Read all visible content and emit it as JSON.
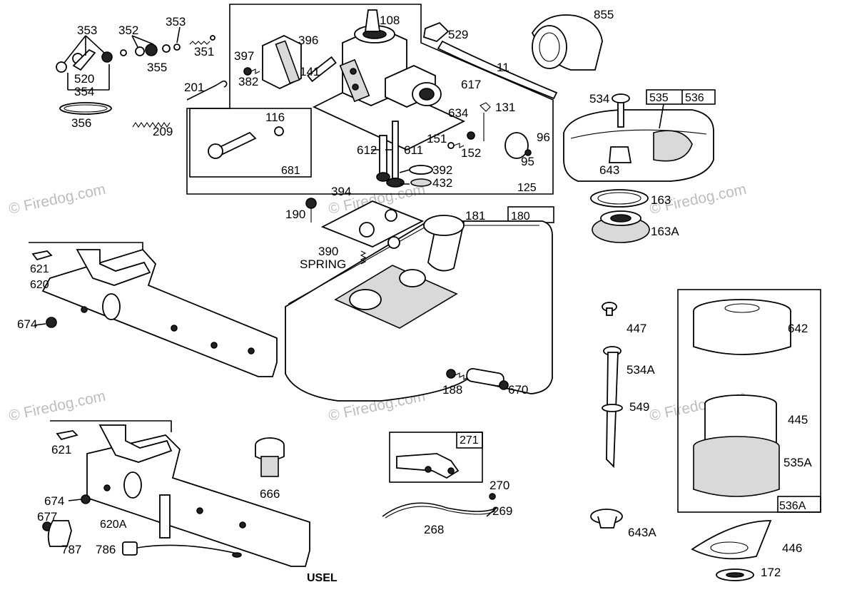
{
  "watermark": {
    "text": "© Firedog.com"
  },
  "footer": {
    "text": "USEL"
  },
  "callouts": [
    {
      "id": "353a",
      "label": "353"
    },
    {
      "id": "352",
      "label": "352"
    },
    {
      "id": "353b",
      "label": "353"
    },
    {
      "id": "351",
      "label": "351"
    },
    {
      "id": "355",
      "label": "355"
    },
    {
      "id": "520",
      "label": "520"
    },
    {
      "id": "354",
      "label": "354"
    },
    {
      "id": "356",
      "label": "356"
    },
    {
      "id": "209",
      "label": "209"
    },
    {
      "id": "201",
      "label": "201"
    },
    {
      "id": "382",
      "label": "382"
    },
    {
      "id": "397",
      "label": "397"
    },
    {
      "id": "396",
      "label": "396"
    },
    {
      "id": "141",
      "label": "141"
    },
    {
      "id": "108",
      "label": "108"
    },
    {
      "id": "529",
      "label": "529"
    },
    {
      "id": "11",
      "label": "11"
    },
    {
      "id": "855",
      "label": "855"
    },
    {
      "id": "617",
      "label": "617"
    },
    {
      "id": "634",
      "label": "634"
    },
    {
      "id": "131",
      "label": "131"
    },
    {
      "id": "116",
      "label": "116"
    },
    {
      "id": "151",
      "label": "151"
    },
    {
      "id": "152",
      "label": "152"
    },
    {
      "id": "96",
      "label": "96"
    },
    {
      "id": "95",
      "label": "95"
    },
    {
      "id": "612",
      "label": "612"
    },
    {
      "id": "611",
      "label": "611"
    },
    {
      "id": "392",
      "label": "392"
    },
    {
      "id": "432",
      "label": "432"
    },
    {
      "id": "534",
      "label": "534"
    },
    {
      "id": "643",
      "label": "643"
    },
    {
      "id": "163",
      "label": "163"
    },
    {
      "id": "163A",
      "label": "163A"
    },
    {
      "id": "394",
      "label": "394"
    },
    {
      "id": "190",
      "label": "190"
    },
    {
      "id": "181",
      "label": "181"
    },
    {
      "id": "390",
      "label": "390"
    },
    {
      "id": "spring",
      "label": "SPRING"
    },
    {
      "id": "674a",
      "label": "674"
    },
    {
      "id": "447",
      "label": "447"
    },
    {
      "id": "642",
      "label": "642"
    },
    {
      "id": "534A",
      "label": "534A"
    },
    {
      "id": "549",
      "label": "549"
    },
    {
      "id": "445",
      "label": "445"
    },
    {
      "id": "535A",
      "label": "535A"
    },
    {
      "id": "188",
      "label": "188"
    },
    {
      "id": "670",
      "label": "670"
    },
    {
      "id": "621b",
      "label": "621"
    },
    {
      "id": "666",
      "label": "666"
    },
    {
      "id": "674b",
      "label": "674"
    },
    {
      "id": "677",
      "label": "677"
    },
    {
      "id": "787",
      "label": "787"
    },
    {
      "id": "786",
      "label": "786"
    },
    {
      "id": "270",
      "label": "270"
    },
    {
      "id": "269",
      "label": "269"
    },
    {
      "id": "268",
      "label": "268"
    },
    {
      "id": "643A",
      "label": "643A"
    },
    {
      "id": "446",
      "label": "446"
    },
    {
      "id": "172",
      "label": "172"
    }
  ],
  "boxed_labels": [
    {
      "id": "681",
      "label": "681"
    },
    {
      "id": "125",
      "label": "125"
    },
    {
      "id": "180",
      "label": "180"
    },
    {
      "id": "535",
      "label": "535"
    },
    {
      "id": "536",
      "label": "536"
    },
    {
      "id": "621a",
      "label": "621"
    },
    {
      "id": "620",
      "label": "620"
    },
    {
      "id": "271",
      "label": "271"
    },
    {
      "id": "620A",
      "label": "620A"
    },
    {
      "id": "536A",
      "label": "536A"
    }
  ]
}
